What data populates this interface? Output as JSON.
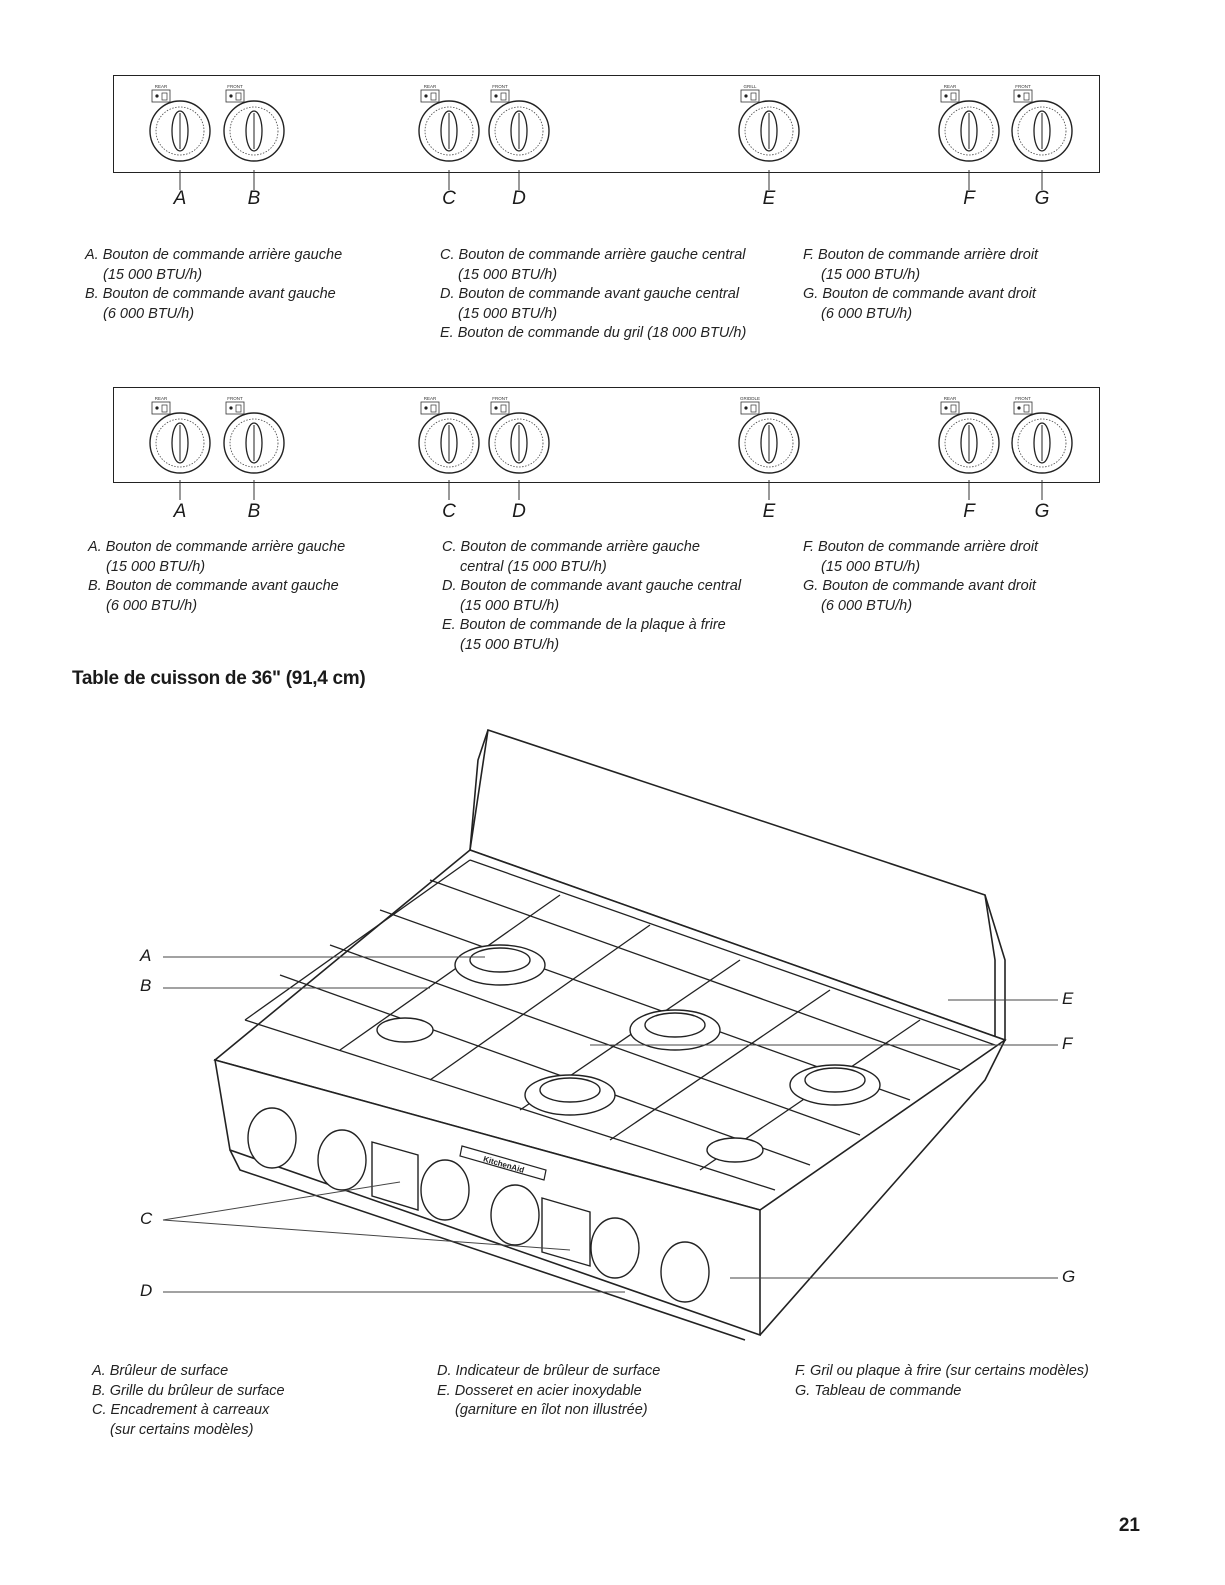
{
  "panel1": {
    "knob_labels": [
      "A",
      "B",
      "C",
      "D",
      "E",
      "F",
      "G"
    ],
    "indicator_labels": [
      "REAR",
      "FRONT",
      "REAR",
      "FRONT",
      "GRILL",
      "REAR",
      "FRONT"
    ],
    "legend": [
      [
        {
          "text": "A. Bouton de commande arrière gauche",
          "cont": "(15 000 BTU/h)"
        },
        {
          "text": "B. Bouton de commande avant gauche",
          "cont": "(6 000 BTU/h)"
        }
      ],
      [
        {
          "text": "C. Bouton de commande arrière gauche central",
          "cont": "(15 000 BTU/h)"
        },
        {
          "text": "D. Bouton de commande avant gauche central",
          "cont": "(15 000 BTU/h)"
        },
        {
          "text": "E. Bouton de commande du gril (18 000 BTU/h)",
          "cont": ""
        }
      ],
      [
        {
          "text": "F. Bouton de commande arrière droit",
          "cont": "(15 000 BTU/h)"
        },
        {
          "text": "G. Bouton de commande avant droit",
          "cont": "(6 000 BTU/h)"
        }
      ]
    ]
  },
  "panel2": {
    "knob_labels": [
      "A",
      "B",
      "C",
      "D",
      "E",
      "F",
      "G"
    ],
    "indicator_labels": [
      "REAR",
      "FRONT",
      "REAR",
      "FRONT",
      "GRIDDLE",
      "REAR",
      "FRONT"
    ],
    "legend": [
      [
        {
          "text": "A. Bouton de commande arrière gauche",
          "cont": "(15 000 BTU/h)"
        },
        {
          "text": "B. Bouton de commande avant gauche",
          "cont": "(6 000 BTU/h)"
        }
      ],
      [
        {
          "text": "C. Bouton de commande arrière gauche",
          "cont": "central (15 000 BTU/h)"
        },
        {
          "text": "D. Bouton de commande avant gauche central",
          "cont": "(15 000 BTU/h)"
        },
        {
          "text": "E. Bouton de commande de la plaque à frire",
          "cont": "(15 000 BTU/h)"
        }
      ],
      [
        {
          "text": "F. Bouton de commande arrière droit",
          "cont": "(15 000 BTU/h)"
        },
        {
          "text": "G. Bouton de commande avant droit",
          "cont": "(6 000 BTU/h)"
        }
      ]
    ]
  },
  "section_title": "Table de cuisson de 36\" (91,4 cm)",
  "cooktop": {
    "callouts": [
      "A",
      "B",
      "C",
      "D",
      "E",
      "F",
      "G"
    ],
    "brand": "KitchenAid",
    "legend": [
      [
        {
          "text": "A. Brûleur de surface",
          "cont": ""
        },
        {
          "text": "B. Grille du brûleur de surface",
          "cont": ""
        },
        {
          "text": "C. Encadrement à carreaux",
          "cont": "(sur certains modèles)"
        }
      ],
      [
        {
          "text": "D. Indicateur de brûleur de surface",
          "cont": ""
        },
        {
          "text": "E. Dosseret en acier inoxydable",
          "cont": "(garniture en îlot non illustrée)"
        }
      ],
      [
        {
          "text": "F. Gril ou plaque à frire (sur certains modèles)",
          "cont": ""
        },
        {
          "text": "G. Tableau de commande",
          "cont": ""
        }
      ]
    ]
  },
  "page_number": "21"
}
